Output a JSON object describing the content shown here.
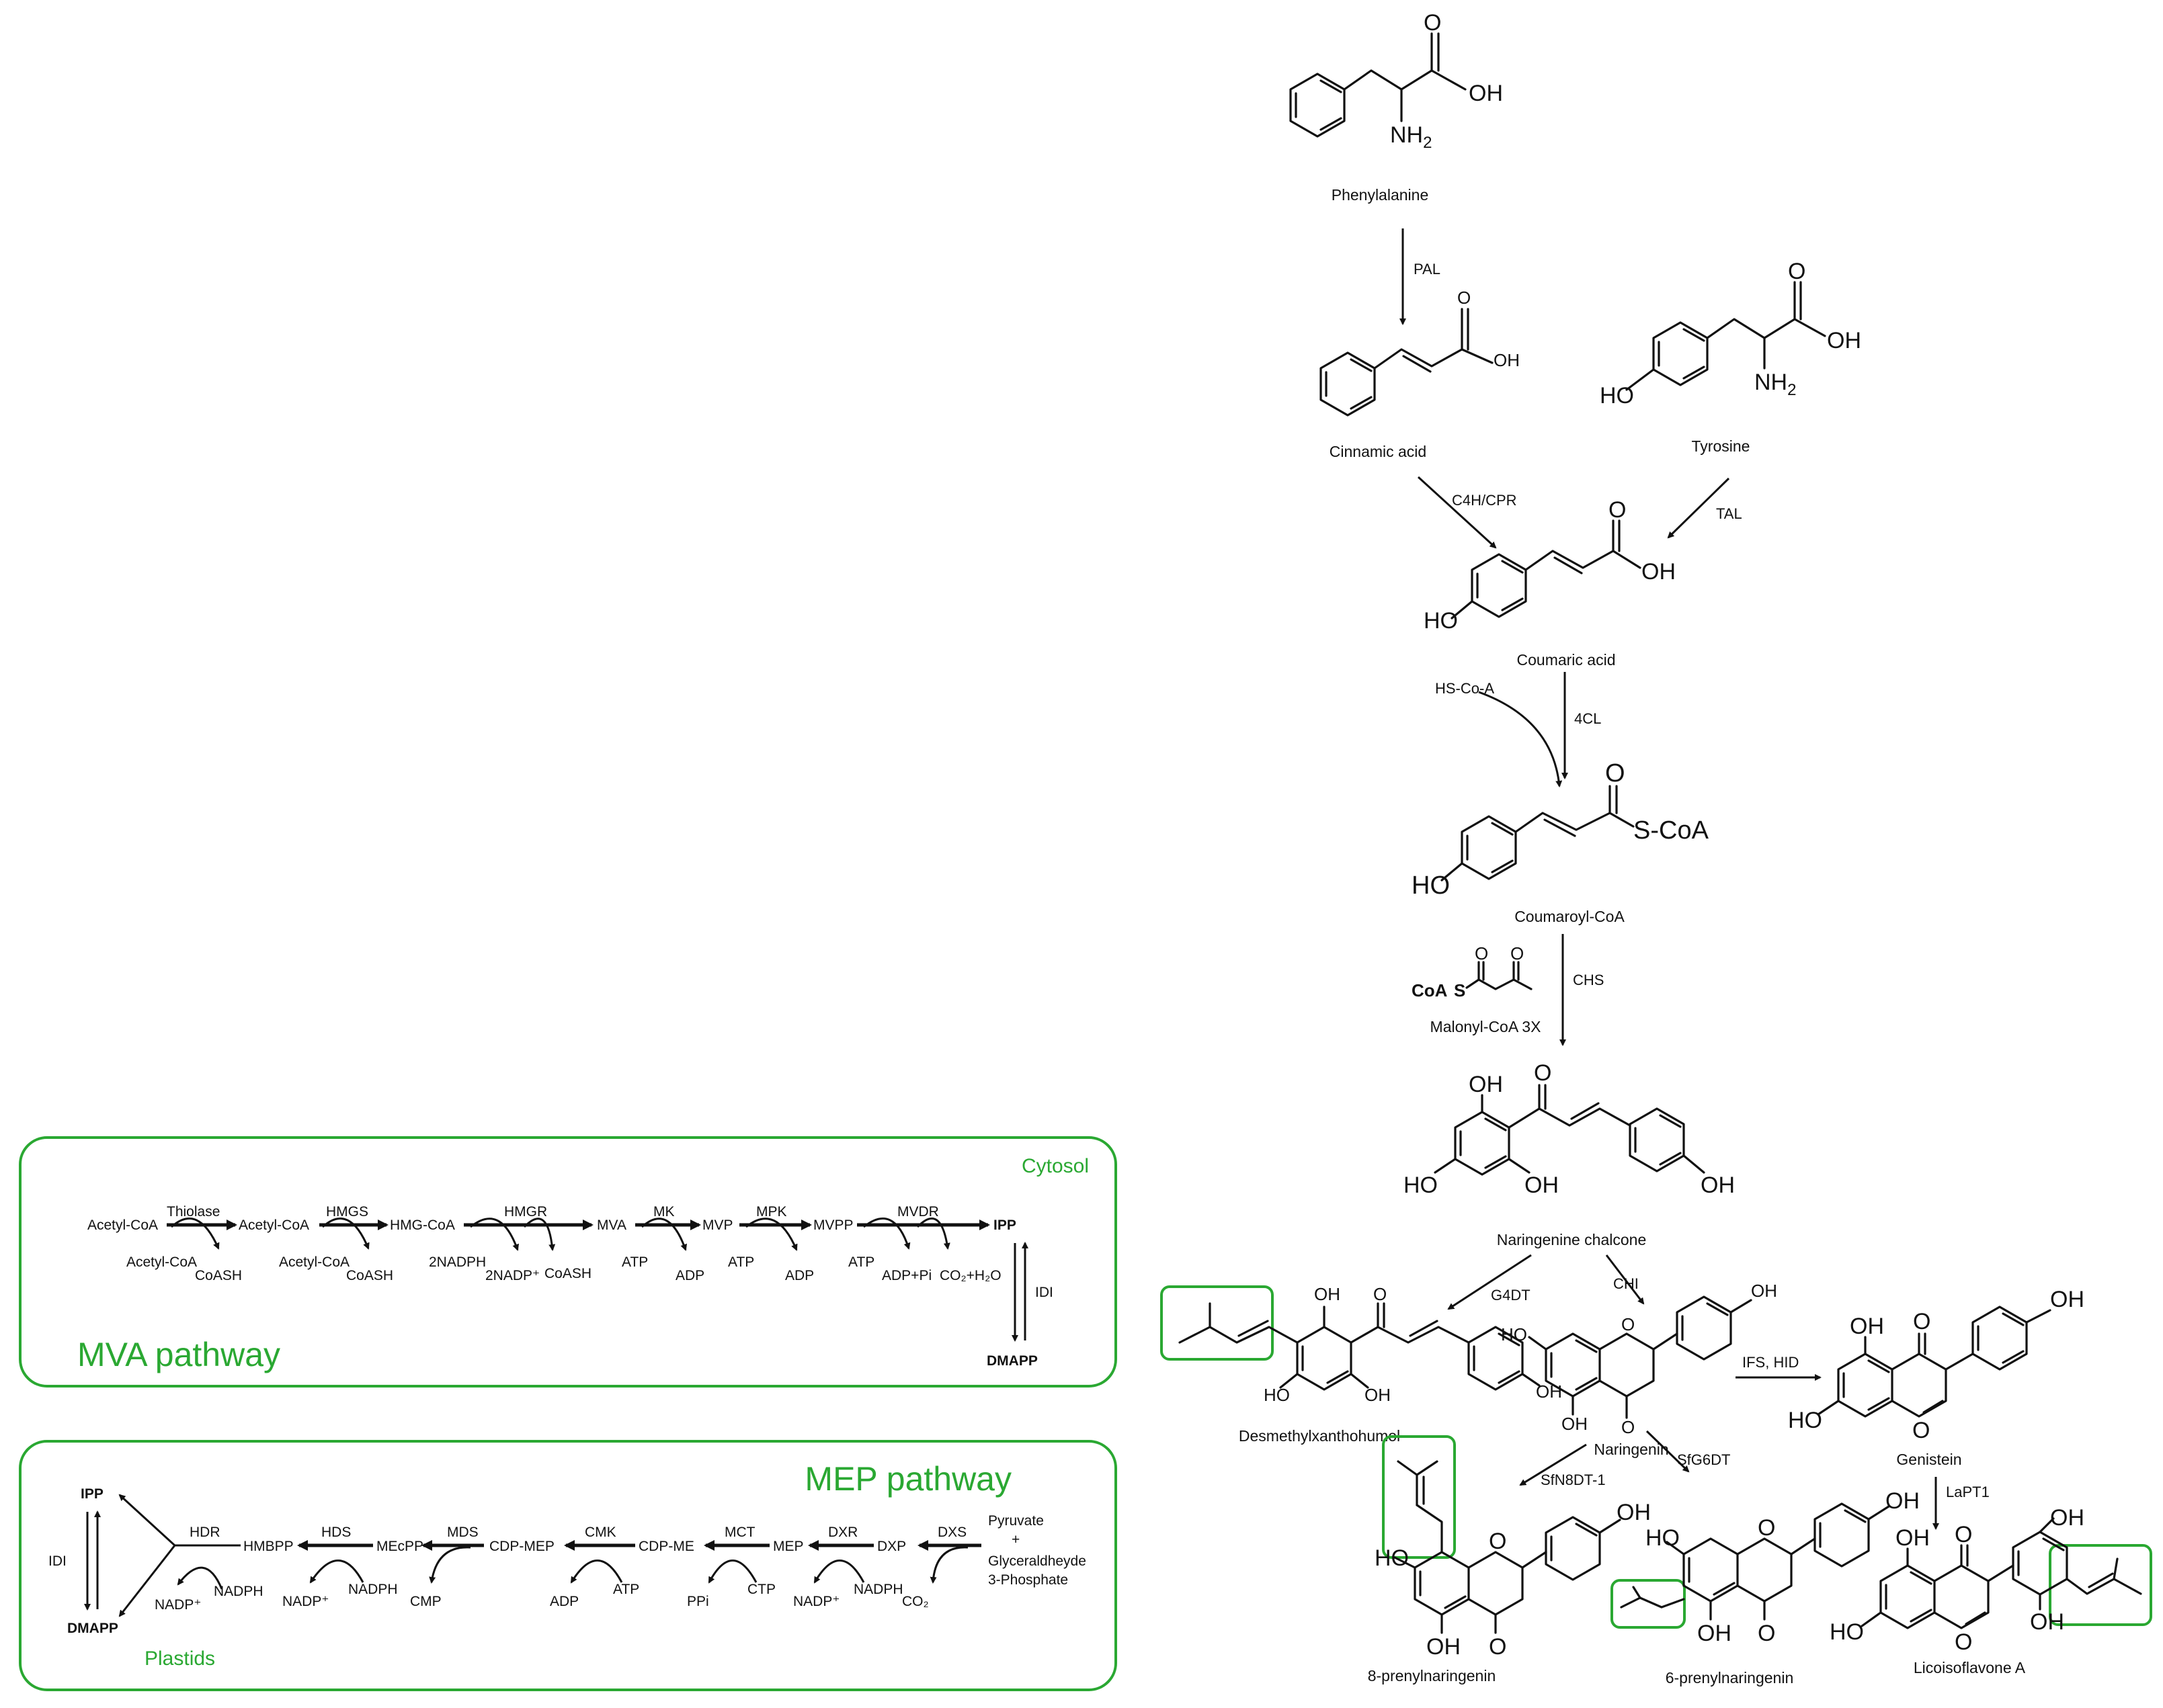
{
  "aromatic_pathway": {
    "phenylalanine": "Phenylalanine",
    "pal": "PAL",
    "cinnamic_acid": "Cinnamic acid",
    "tyrosine": "Tyrosine",
    "c4h_cpr": "C4H/CPR",
    "tal": "TAL",
    "coumaric_acid": "Coumaric acid",
    "hs_coa": "HS-Co-A",
    "four_cl": "4CL",
    "coumaroyl_coa": "Coumaroyl-CoA",
    "chs": "CHS",
    "malonyl_coa": "Malonyl-CoA 3X",
    "naringenine_chalcone": "Naringenine chalcone",
    "g4dt": "G4DT",
    "chi": "CHI",
    "desmethylxanthohumol": "Desmethylxanthohumol",
    "naringenin": "Naringenin",
    "ifs_hid": "IFS, HID",
    "genistein": "Genistein",
    "sfn8dt": "SfN8DT-1",
    "sfg6dt": "SfG6DT",
    "lapt1": "LaPT1",
    "prenyl8": "8-prenylnaringenin",
    "prenyl6": "6-prenylnaringenin",
    "licoisoflavone": "Licoisoflavone A"
  },
  "atoms": {
    "o": "O",
    "oh": "OH",
    "ho": "HO",
    "nh2": "NH",
    "sub2": "2",
    "s_coa": "S-CoA",
    "coa": "CoA",
    "s": "S"
  },
  "mva": {
    "compartment": "Cytosol",
    "title": "MVA pathway",
    "acetyl_coa": "Acetyl-CoA",
    "thiolase": "Thiolase",
    "hmgs": "HMGS",
    "hmg_coa": "HMG-CoA",
    "hmgr": "HMGR",
    "mva": "MVA",
    "mk": "MK",
    "mvp": "MVP",
    "mpk": "MPK",
    "mvpp": "MVPP",
    "mvdr": "MVDR",
    "ipp": "IPP",
    "idi": "IDI",
    "dmapp": "DMAPP",
    "coash": "CoASH",
    "nadph2": "2NADPH",
    "nadp2": "2NADP⁺",
    "atp": "ATP",
    "adp": "ADP",
    "adp_pi": "ADP+Pi",
    "co2_h2o": "CO₂+H₂O"
  },
  "mep": {
    "compartment": "Plastids",
    "title": "MEP pathway",
    "ipp": "IPP",
    "idi": "IDI",
    "dmapp": "DMAPP",
    "hdr": "HDR",
    "hmbpp": "HMBPP",
    "hds": "HDS",
    "mecpp": "MEcPP",
    "mds": "MDS",
    "cdp_mep": "CDP-MEP",
    "cmk": "CMK",
    "cdp_me": "CDP-ME",
    "mct": "MCT",
    "mep_c": "MEP",
    "dxr": "DXR",
    "dxp": "DXP",
    "dxs": "DXS",
    "pyruvate": "Pyruvate",
    "plus": "+",
    "g3p_1": "Glyceraldheyde",
    "g3p_2": "3-Phosphate",
    "nadp": "NADP⁺",
    "nadph": "NADPH",
    "cmp": "CMP",
    "adp": "ADP",
    "atp": "ATP",
    "ppi": "PPi",
    "ctp": "CTP",
    "co2": "CO₂"
  }
}
